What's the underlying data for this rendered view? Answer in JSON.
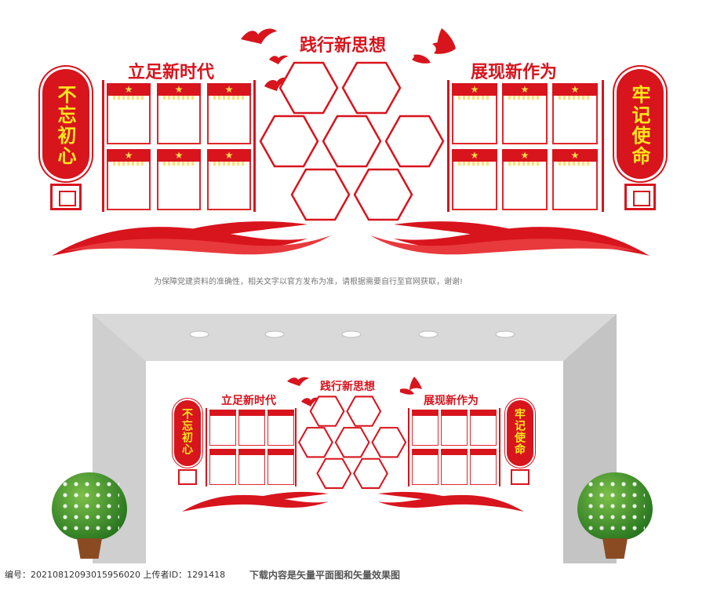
{
  "top": {
    "center_title": "践行新思想",
    "left_title": "立足新时代",
    "right_title": "展现新作为",
    "left_lantern": "不忘初心",
    "right_lantern": "牢记使命",
    "disclaimer": "为保障党建资料的准确性，相关文字以官方发布为准，请根据需要自行至官网获取，谢谢!"
  },
  "bottom": {
    "center_title": "践行新思想",
    "left_title": "立足新时代",
    "right_title": "展现新作为",
    "left_lantern": "不忘初心",
    "right_lantern": "牢记使命"
  },
  "footer": {
    "id_text": "编号：20210812093015956020 上传者ID：1291418",
    "caption": "下载内容是矢量平面图和矢量效果图"
  },
  "colors": {
    "red": "#d8141d",
    "gold": "#ffe81a",
    "gray_room": "#c9c9c9"
  }
}
